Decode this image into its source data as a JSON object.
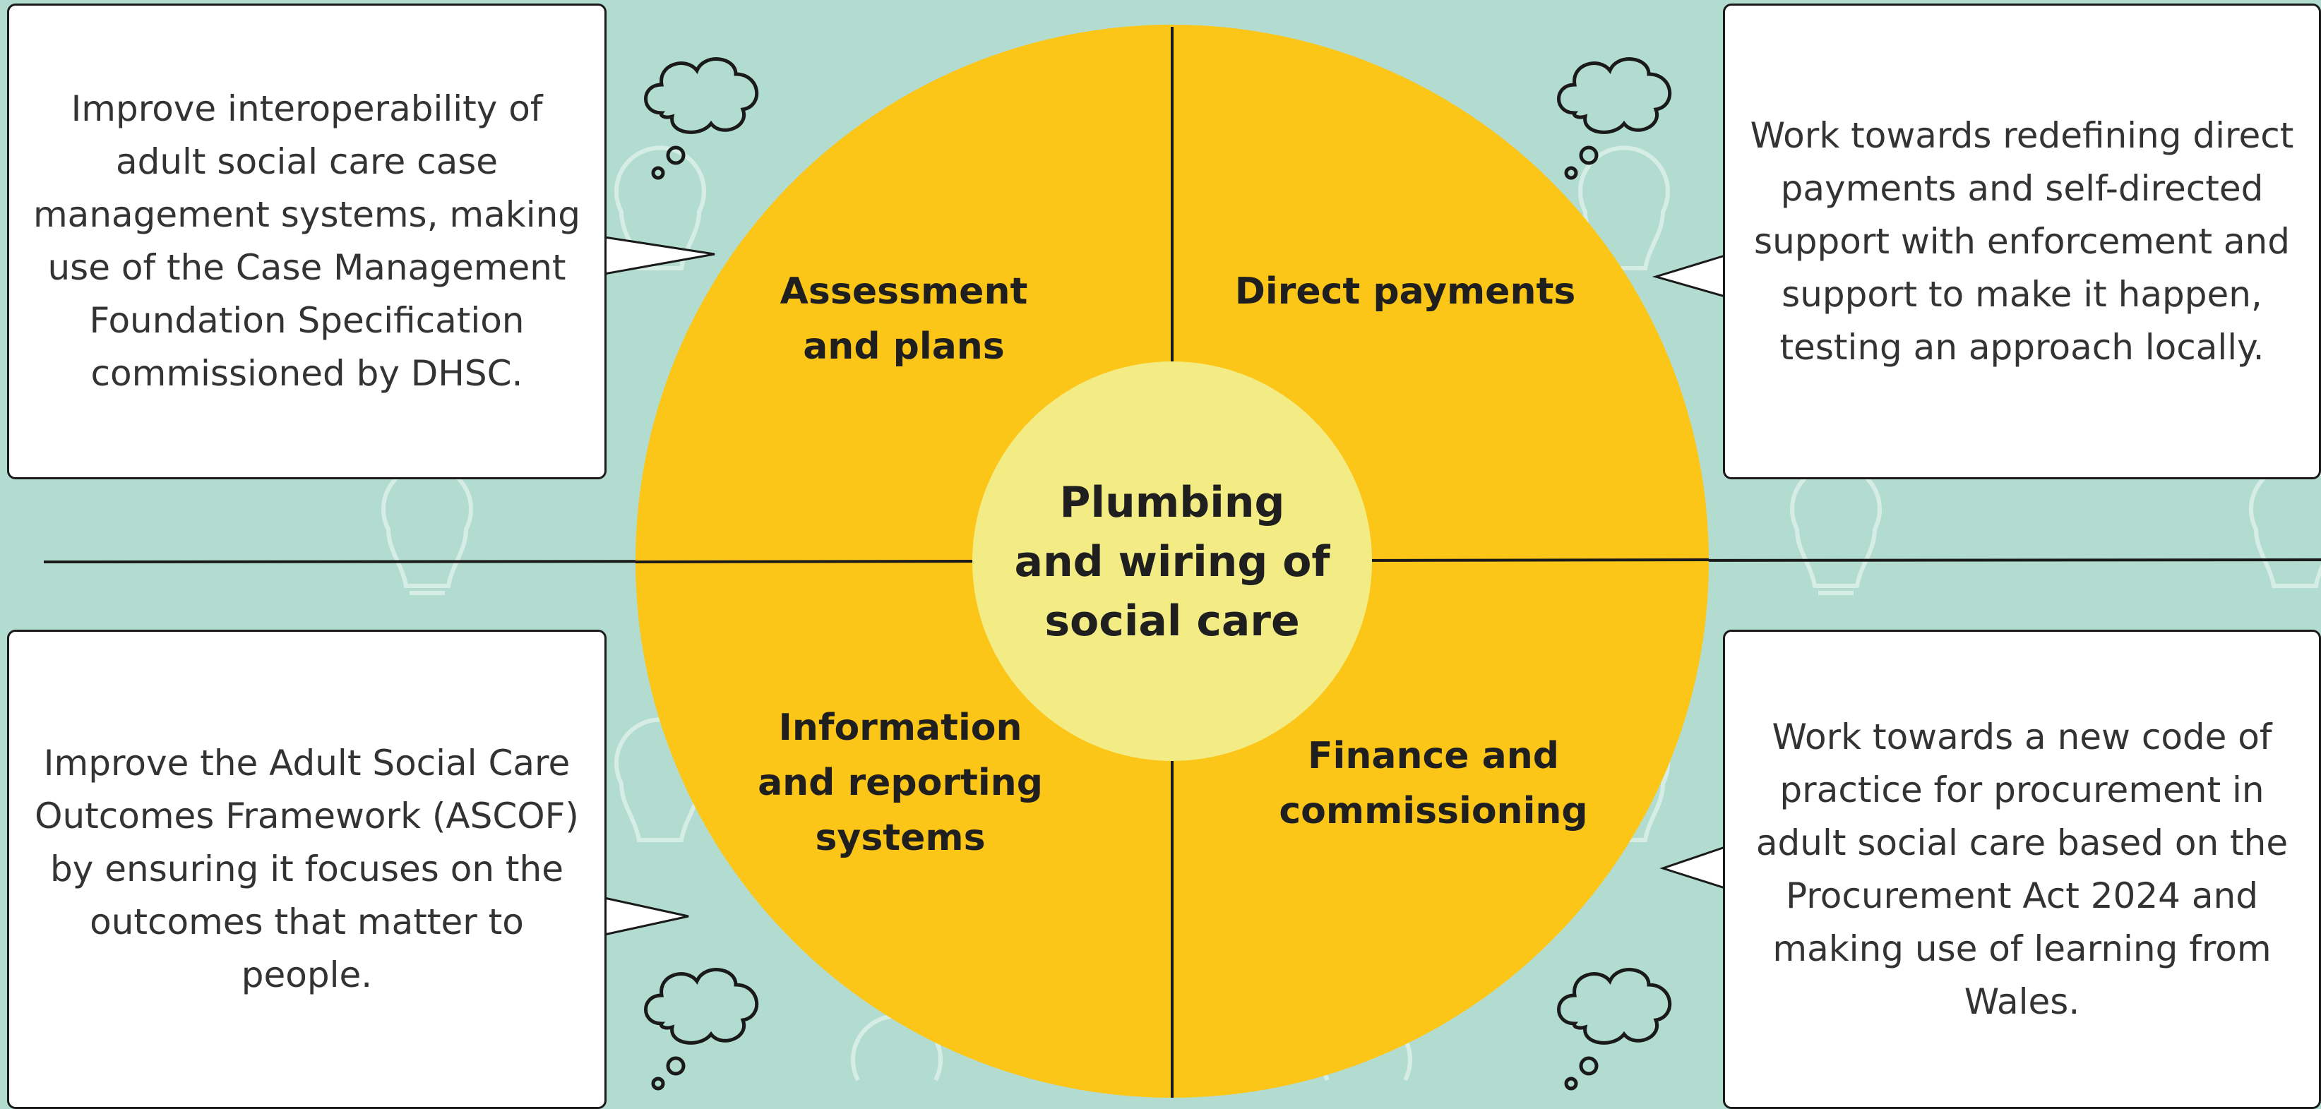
{
  "colors": {
    "background": "#b3dcd1",
    "outer_circle": "#fbc618",
    "inner_circle": "#f3ec84",
    "lines": "#1a1a1a",
    "box_fill": "#ffffff",
    "box_text": "#333333",
    "label_text": "#1f1f1f"
  },
  "center": {
    "label": "Plumbing\nand wiring of\nsocial care"
  },
  "quadrants": [
    {
      "id": "top-left",
      "label": "Assessment\nand plans"
    },
    {
      "id": "top-right",
      "label": "Direct payments"
    },
    {
      "id": "bottom-left",
      "label": "Information\nand reporting\nsystems"
    },
    {
      "id": "bottom-right",
      "label": "Finance and\ncommissioning"
    }
  ],
  "callouts": [
    {
      "id": "top-left",
      "text": "Improve interoperability of\nadult social care case\nmanagement systems, making\nuse of the Case Management\nFoundation Specification\ncommissioned by DHSC."
    },
    {
      "id": "top-right",
      "text": "Work towards redefining direct\npayments and self-directed\nsupport with enforcement and\nsupport to make it happen,\ntesting an approach locally."
    },
    {
      "id": "bottom-left",
      "text": "Improve the Adult Social Care\nOutcomes Framework (ASCOF)\nby ensuring it focuses on the\noutcomes that matter to\npeople."
    },
    {
      "id": "bottom-right",
      "text": "Work towards a new code of\npractice for procurement in\nadult social care based on the\nProcurement Act 2024 and\nmaking use of learning from\nWales."
    }
  ],
  "icons": [
    "thought-bubble-icon",
    "lightbulb-icon"
  ]
}
